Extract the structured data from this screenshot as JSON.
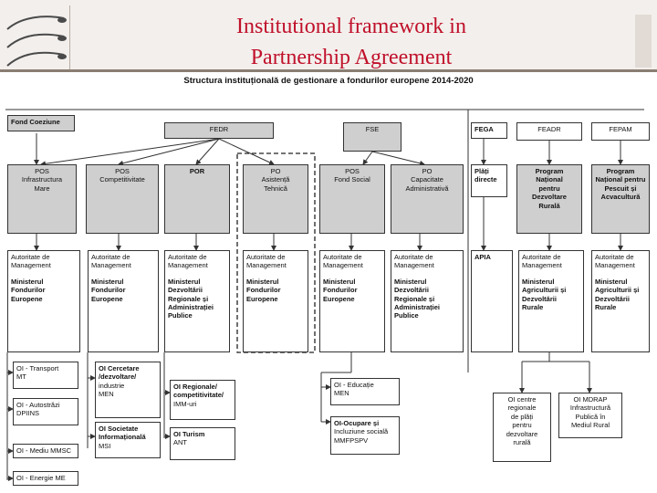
{
  "header": {
    "title_line1": "Institutional framework in",
    "title_line2": "Partnership Agreement"
  },
  "diagram": {
    "title": "Structura instituțională de gestionare a fondurilor europene 2014-2020",
    "funds": {
      "fond_coeziune": "Fond Coeziune",
      "fedr": "FEDR",
      "fse": "FSE",
      "fega": "FEGA",
      "feadr": "FEADR",
      "fepam": "FEPAM"
    },
    "programs": {
      "pos_im": [
        "POS",
        "Infrastructura",
        "Mare"
      ],
      "pos_comp": [
        "POS",
        "Competitivitate"
      ],
      "por": [
        "POR"
      ],
      "po_at": [
        "PO",
        "Asistență",
        "Tehnică"
      ],
      "pos_fs": [
        "POS",
        "Fond Social"
      ],
      "po_ca": [
        "PO",
        "Capacitate",
        "Administrativă"
      ],
      "plati": [
        "Plăți",
        "directe"
      ],
      "pndr": [
        "Program",
        "Național",
        "pentru",
        "Dezvoltare",
        "Rurală"
      ],
      "pnpa": [
        "Program",
        "Național pentru",
        "Pescuit și",
        "Acvacultură"
      ]
    },
    "authorities": {
      "am_label": [
        "Autoritate de",
        "Management"
      ],
      "mfe": [
        "Ministerul",
        "Fondurilor",
        "Europene"
      ],
      "mdrap": [
        "Ministerul",
        "Dezvoltării",
        "Regionale și",
        "Administrației",
        "Publice"
      ],
      "madr": [
        "Ministerul",
        "Agriculturii și",
        "Dezvoltării",
        "Rurale"
      ],
      "apia": "APIA"
    },
    "intermediate": {
      "oi_transport": [
        "OI - Transport",
        "MT"
      ],
      "oi_autostrazi": [
        "OI - Autostrăzi",
        "DPIINS"
      ],
      "oi_mediu": "OI - Mediu MMSC",
      "oi_energie": "OI - Energie ME",
      "oi_cercetare": [
        "OI Cercetare",
        "/dezvoltare/",
        "industrie",
        "MEN"
      ],
      "oi_societate": [
        "OI Societate",
        "Informațională",
        "MSI"
      ],
      "oi_regionale": [
        "OI Regionale/",
        "competitivitate/",
        "IMM-uri"
      ],
      "oi_turism": [
        "OI Turism",
        "",
        "ANT"
      ],
      "oi_educatie": [
        "OI - Educație",
        "MEN"
      ],
      "oi_ocupare": [
        "OI-Ocupare și",
        "Incluziune socială",
        "MMFPSPV"
      ],
      "oi_centre": [
        "OI centre",
        "regionale",
        "de plăți",
        "pentru",
        "dezvoltare",
        "rurală"
      ],
      "oi_mdrap": [
        "OI MDRAP",
        "Infrastructură",
        "Publică în",
        "Mediul Rural"
      ]
    }
  }
}
